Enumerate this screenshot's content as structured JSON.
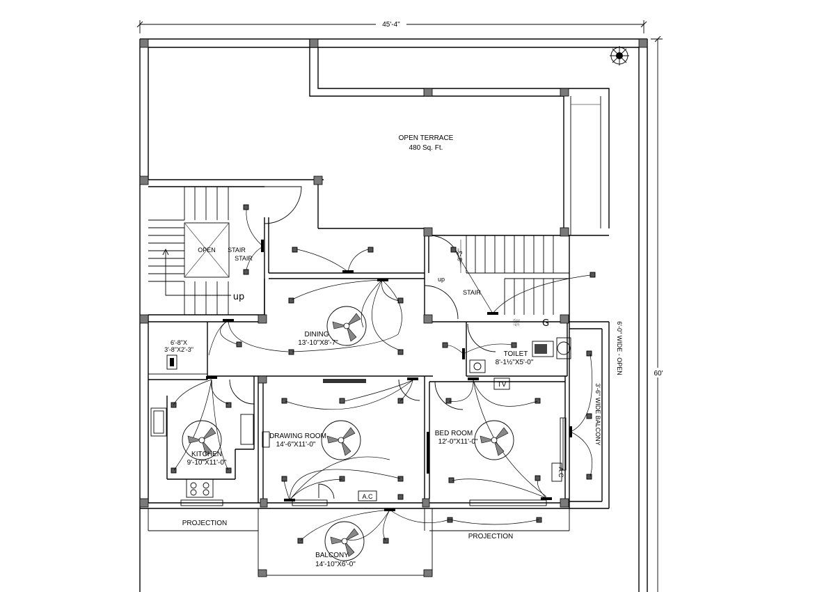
{
  "dimensions": {
    "overall_width": "45'-4\"",
    "overall_depth": "60'"
  },
  "rooms": {
    "open_terrace": {
      "name": "OPEN TERRACE",
      "area": "480 Sq. Ft."
    },
    "stair_left": {
      "open_label": "OPEN",
      "stair_label": "STAIR",
      "stair_label_2": "STAIR",
      "up_label": "up"
    },
    "store": {
      "line1": "6'-8\"X",
      "line2": "3'-8\"X2'-3\""
    },
    "dining": {
      "name": "DINING",
      "size": "13'-10\"X8'-7\""
    },
    "stair_right": {
      "stair_label": "STAIR",
      "up_label": "up",
      "dim_label": "3'-3\""
    },
    "toilet": {
      "name": "TOILET",
      "size": "8'-1½\"X5'-0\""
    },
    "kitchen": {
      "name": "KITCHEN",
      "size": "9'-10\"X11'-0\""
    },
    "drawing_room": {
      "name": "DRAWING ROOM",
      "size": "14'-6\"X11'-0\""
    },
    "bed_room": {
      "name": "BED ROOM",
      "size": "12'-0\"X11'-0\""
    },
    "balcony": {
      "name": "BALCONY",
      "size": "14'-10\"X6'-0\""
    },
    "projection_left": {
      "name": "PROJECTION"
    },
    "projection_right": {
      "name": "PROJECTION"
    },
    "side_open": {
      "name": "6'-0\" WIDE - OPEN"
    },
    "side_balcony": {
      "name": "3'-6\" WIDE BALCONY"
    }
  },
  "fixtures": {
    "tv": "TV",
    "ac_drawing": "A.C",
    "ac_bed": "A.C"
  },
  "icons": [
    "tree-icon",
    "ceiling-fan-icon",
    "light-point-icon",
    "switch-board-icon",
    "shower-icon",
    "geyser-icon",
    "wc-icon",
    "washbasin-icon",
    "sink-icon",
    "stove-icon",
    "tube-light-icon",
    "exhaust-fan-icon"
  ]
}
